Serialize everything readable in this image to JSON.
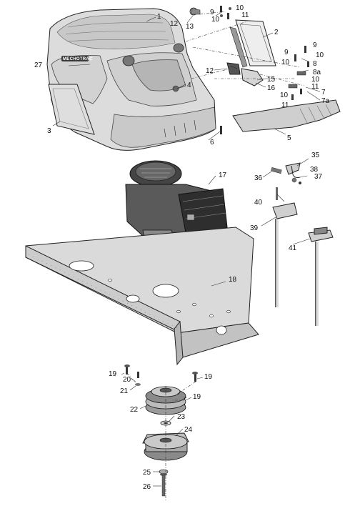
{
  "brand_label": "MECHOTRAC",
  "colors": {
    "part_light": "#d9d9d9",
    "part_mid": "#bdbdbd",
    "part_dark": "#4a4a4a",
    "outline": "#222222",
    "background": "#ffffff"
  },
  "callouts": {
    "c1": "1",
    "c2": "2",
    "c3": "3",
    "c4": "4",
    "c5": "5",
    "c6": "6",
    "c7": "7",
    "c7a": "7a",
    "c8": "8",
    "c8a": "8a",
    "c9a": "9",
    "c9b": "9",
    "c9c": "9",
    "c10a": "10",
    "c10b": "10",
    "c10c": "10",
    "c10d": "10",
    "c10e": "10",
    "c10f": "10",
    "c11a": "11",
    "c11b": "11",
    "c11c": "11",
    "c12a": "12",
    "c12b": "12",
    "c13": "13",
    "c15": "15",
    "c16": "16",
    "c17": "17",
    "c18": "18",
    "c19a": "19",
    "c19b": "19",
    "c19c": "19",
    "c20": "20",
    "c21": "21",
    "c22": "22",
    "c23": "23",
    "c24": "24",
    "c25": "25",
    "c26": "26",
    "c27": "27",
    "c35": "35",
    "c36": "36",
    "c37": "37",
    "c38": "38",
    "c39": "39",
    "c40": "40",
    "c41": "41"
  }
}
